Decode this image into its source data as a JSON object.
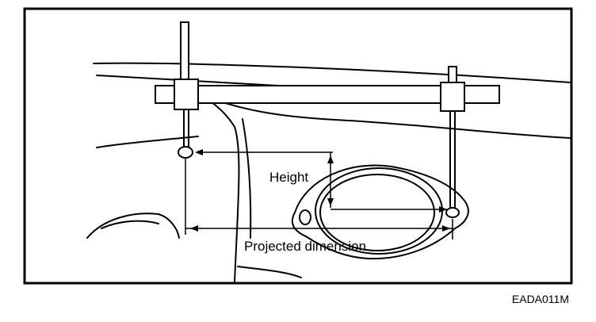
{
  "diagram": {
    "labels": {
      "height": "Height",
      "projected_dimension": "Projected dimension"
    },
    "figure_code": "EADA011M"
  },
  "colors": {
    "ink": "#000000",
    "paper": "#ffffff"
  }
}
